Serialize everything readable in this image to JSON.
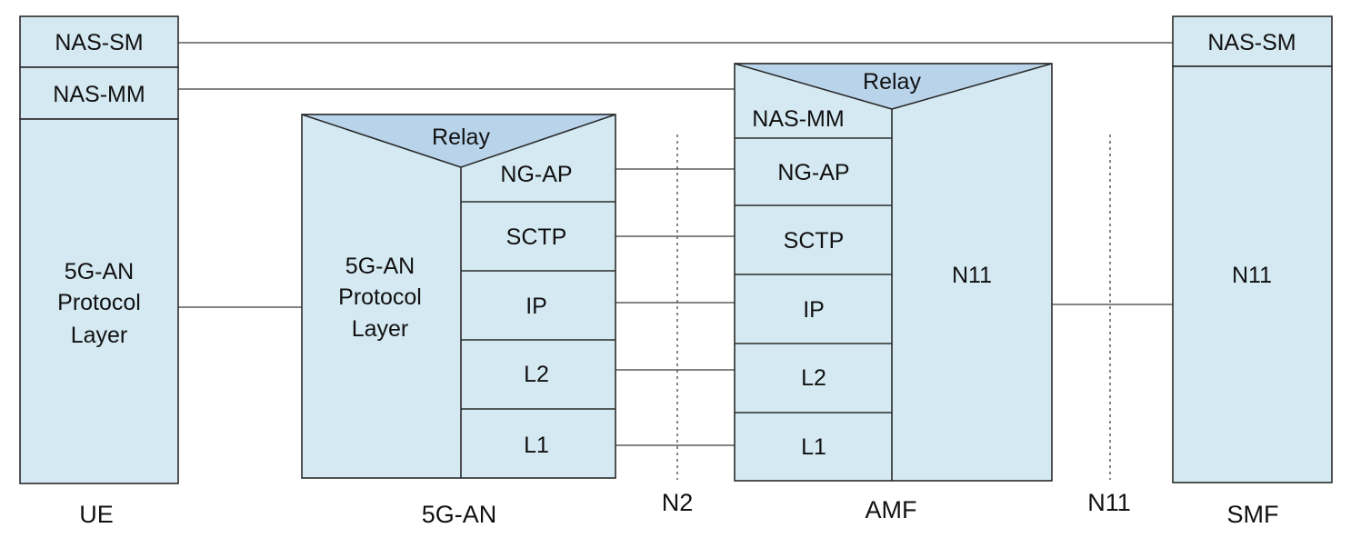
{
  "ue": {
    "nas_sm": "NAS-SM",
    "nas_mm": "NAS-MM",
    "protocol": [
      "5G-AN",
      "Protocol",
      "Layer"
    ],
    "caption": "UE"
  },
  "an": {
    "relay": "Relay",
    "protocol": [
      "5G-AN",
      "Protocol",
      "Layer"
    ],
    "stack": [
      "NG-AP",
      "SCTP",
      "IP",
      "L2",
      "L1"
    ],
    "caption": "5G-AN"
  },
  "amf": {
    "relay": "Relay",
    "nas_mm": "NAS-MM",
    "stack": [
      "NG-AP",
      "SCTP",
      "IP",
      "L2",
      "L1"
    ],
    "n11": "N11",
    "caption": "AMF"
  },
  "smf": {
    "nas_sm": "NAS-SM",
    "n11": "N11",
    "caption": "SMF"
  },
  "interfaces": {
    "n2": "N2",
    "n11": "N11"
  }
}
